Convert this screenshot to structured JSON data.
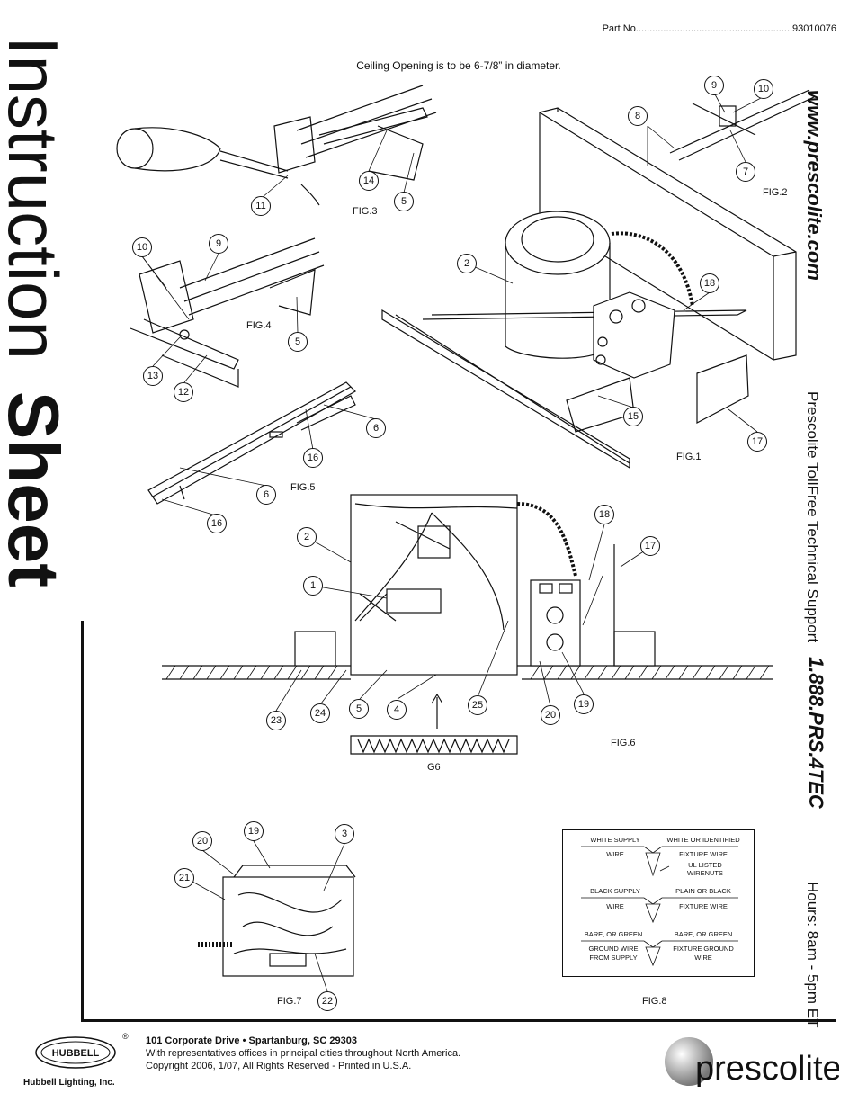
{
  "header": {
    "part_no": "Part No.........................................................93010076",
    "ceiling_note": "Ceiling Opening is to be 6-7/8” in diameter."
  },
  "title": {
    "light": "Instruction",
    "bold": "Sheet"
  },
  "sidebar": {
    "website": "www.prescolite.com",
    "support_label": "Prescolite TollFree Technical Support",
    "support_phone": "1.888.PRS.4TEC",
    "hours": "Hours: 8am - 5pm ET"
  },
  "figures": {
    "fig1": "FIG.1",
    "fig2": "FIG.2",
    "fig3": "FIG.3",
    "fig4": "FIG.4",
    "fig5": "FIG.5",
    "fig6": "FIG.6",
    "fig7": "FIG.7",
    "fig8": "FIG.8",
    "g6": "G6"
  },
  "callouts": {
    "c1": "1",
    "c2a": "2",
    "c2b": "2",
    "c3": "3",
    "c4": "4",
    "c5a": "5",
    "c5b": "5",
    "c5c": "5",
    "c6a": "6",
    "c6b": "6",
    "c7": "7",
    "c8": "8",
    "c9a": "9",
    "c9b": "9",
    "c10a": "10",
    "c10b": "10",
    "c11": "11",
    "c12": "12",
    "c13": "13",
    "c14": "14",
    "c15": "15",
    "c16a": "16",
    "c16b": "16",
    "c17a": "17",
    "c17b": "17",
    "c18a": "18",
    "c18b": "18",
    "c19a": "19",
    "c19b": "19",
    "c20a": "20",
    "c20b": "20",
    "c21": "21",
    "c22": "22",
    "c23": "23",
    "c24": "24",
    "c25": "25"
  },
  "wiring": {
    "white_supply": "WHITE SUPPLY",
    "white_wire": "WIRE",
    "white_or_identified": "WHITE OR IDENTIFIED",
    "fixture_wire_1": "FIXTURE WIRE",
    "ul_listed": "UL LISTED",
    "wirenuts": "WIRENUTS",
    "black_supply": "BLACK SUPPLY",
    "black_wire": "WIRE",
    "plain_or_black": "PLAIN OR BLACK",
    "fixture_wire_2": "FIXTURE WIRE",
    "bare_green_left": "BARE, OR GREEN",
    "bare_green_right": "BARE, OR GREEN",
    "ground_wire": "GROUND WIRE",
    "from_supply": "FROM SUPPLY",
    "fixture_ground": "FIXTURE GROUND",
    "fixture_ground_wire": "WIRE"
  },
  "footer": {
    "address": "101 Corporate Drive • Spartanburg, SC  29303",
    "line2": "With representatives offices in principal cities throughout North America.",
    "line3": "Copyright 2006, 1/07, All Rights Reserved - Printed in U.S.A.",
    "hubbell_logo_text": "HUBBELL",
    "hubbell_name": "Hubbell Lighting, Inc.",
    "registered": "®",
    "prescolite_logo_text": "prescolite"
  }
}
